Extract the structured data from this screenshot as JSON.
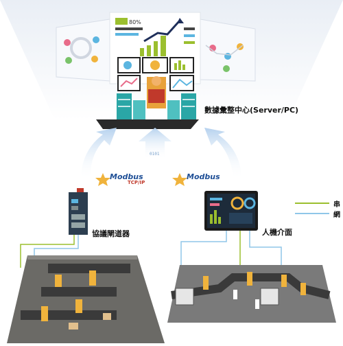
{
  "nodes": {
    "server": {
      "label": "數據彙整中心(Server/PC)"
    },
    "gateway": {
      "label": "協議閘道器"
    },
    "hmi": {
      "label": "人機介面"
    }
  },
  "badges": {
    "modbus_tcp": {
      "name": "Modbus",
      "sub": "TCP/IP"
    },
    "modbus": {
      "name": "Modbus"
    }
  },
  "legend": {
    "serial": {
      "label": "串",
      "color": "#9bbf2e"
    },
    "network": {
      "label": "網",
      "color": "#8fc6e8"
    }
  },
  "server_panel": {
    "value_text": "80%"
  },
  "data_stream": {
    "bits": "0101"
  },
  "colors": {
    "cable_serial": "#9bbf2e",
    "cable_network": "#8fc6e8",
    "arrow": "#bcd6ee",
    "screen_frame": "#1a1a1a",
    "hmi_screen": "#1d2b3a"
  }
}
